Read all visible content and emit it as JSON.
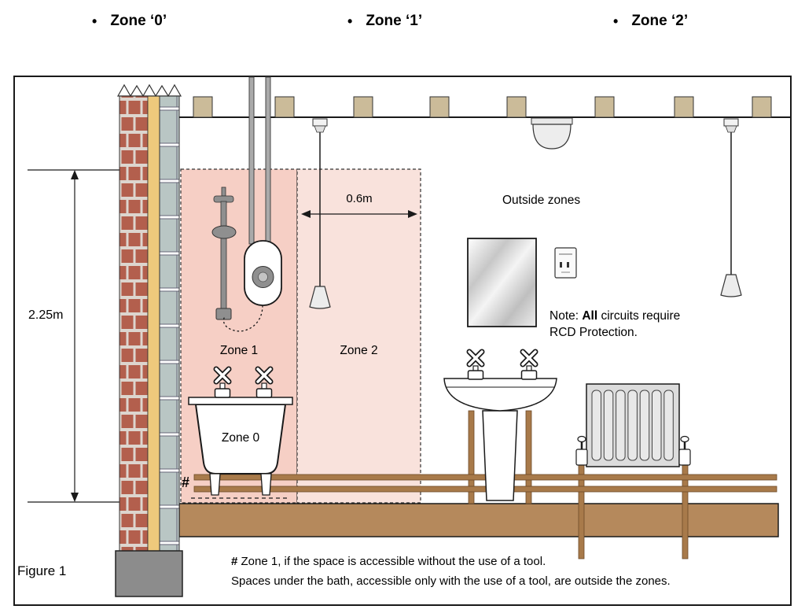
{
  "legend": {
    "bullet": "•",
    "items": [
      {
        "label": "Zone ‘0’"
      },
      {
        "label": "Zone ‘1’"
      },
      {
        "label": "Zone ‘2’"
      }
    ]
  },
  "dimensions": {
    "height": "2.25m",
    "zone2_width": "0.6m"
  },
  "labels": {
    "zone0": "Zone 0",
    "zone1": "Zone 1",
    "zone2": "Zone 2",
    "outside": "Outside zones",
    "figure": "Figure 1"
  },
  "note": {
    "part1": "Note: ",
    "bold": "All",
    "part2": " circuits require",
    "line2": "RCD Protection."
  },
  "bath_marker": "#",
  "footnote": {
    "hash": "#",
    "line1_rest": " Zone 1, if the space is accessible without the use of a tool.",
    "line2": "Spaces under the bath, accessible only with the use of a tool, are outside the zones."
  },
  "colors": {
    "zone1_fill": "#f6cfc5",
    "zone2_fill": "#f9e2dc",
    "pipe": "#a87a4a",
    "floor": "#b5895c",
    "joist": "#cbbb99",
    "brick": "#b35f4d",
    "insulation": "#eec97c",
    "block": "#b9c6c4",
    "foundation": "#8c8c8c",
    "metal": "#8f8f8f"
  }
}
